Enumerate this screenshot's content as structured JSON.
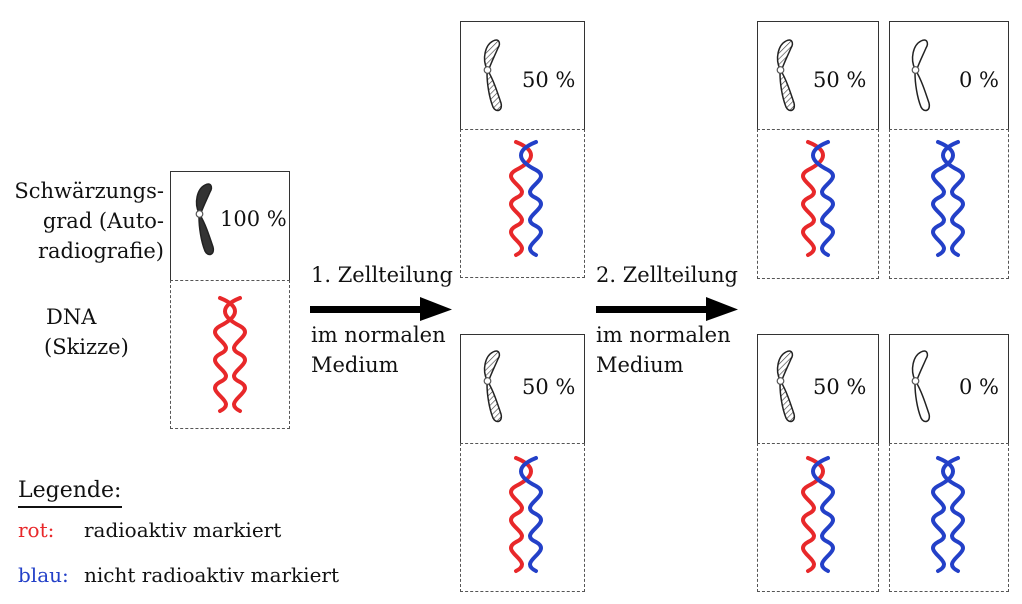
{
  "row_labels": {
    "blackening": [
      "Schwärzungs-",
      "grad (Auto-",
      "radiografie)"
    ],
    "dna": [
      "DNA",
      "(Skizze)"
    ]
  },
  "colors": {
    "radioactive": "#e8282a",
    "non_radioactive": "#2340c8",
    "chromosome_dark": "#333333"
  },
  "icons": {
    "chromosome_dark": "chromosome-dark-icon",
    "chromosome_hatched": "chromosome-hatched-icon",
    "chromosome_white": "chromosome-white-icon",
    "dna_red": "dna-red-helix-icon",
    "dna_mixed": "dna-red-blue-helix-icon",
    "dna_blue": "dna-blue-helix-icon"
  },
  "steps": [
    {
      "title": "1. Zellteilung",
      "subtitle": [
        "im normalen",
        "Medium"
      ]
    },
    {
      "title": "2. Zellteilung",
      "subtitle": [
        "im normalen",
        "Medium"
      ]
    }
  ],
  "cells": [
    {
      "id": "parent",
      "percent": "100 %",
      "chromosome": "dark",
      "dna": "red"
    },
    {
      "id": "gen1-top",
      "percent": "50 %",
      "chromosome": "hatched",
      "dna": "mixed"
    },
    {
      "id": "gen1-bottom",
      "percent": "50 %",
      "chromosome": "hatched",
      "dna": "mixed"
    },
    {
      "id": "gen2-a",
      "percent": "50 %",
      "chromosome": "hatched",
      "dna": "mixed"
    },
    {
      "id": "gen2-b",
      "percent": "0 %",
      "chromosome": "white",
      "dna": "blue"
    },
    {
      "id": "gen2-c",
      "percent": "50 %",
      "chromosome": "hatched",
      "dna": "mixed"
    },
    {
      "id": "gen2-d",
      "percent": "0 %",
      "chromosome": "white",
      "dna": "blue"
    }
  ],
  "legend": {
    "title": "Legende:",
    "items": [
      {
        "key": "rot:",
        "text": "radioaktiv markiert",
        "color": "#e8282a"
      },
      {
        "key": "blau:",
        "text": "nicht radioaktiv markiert",
        "color": "#2340c8"
      }
    ]
  }
}
